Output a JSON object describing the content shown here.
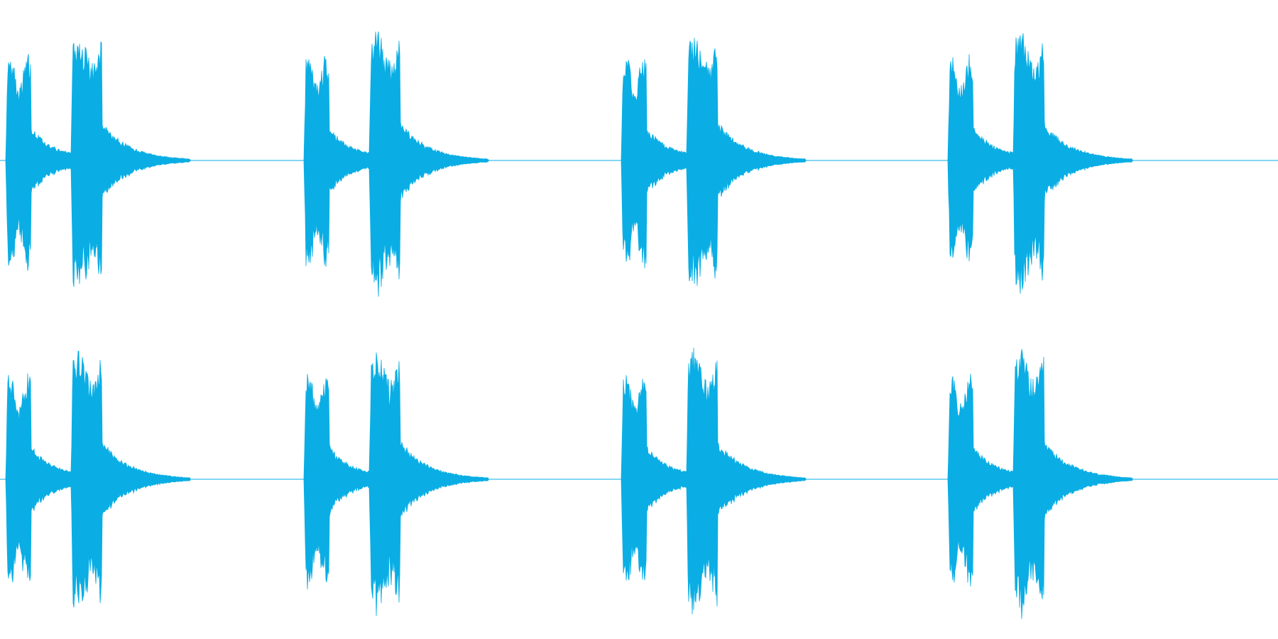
{
  "waveform": {
    "color": "#0aaee4",
    "channels": [
      "channel-top",
      "channel-bottom"
    ],
    "chirp_groups": 4,
    "bursts_per_group": 2
  }
}
